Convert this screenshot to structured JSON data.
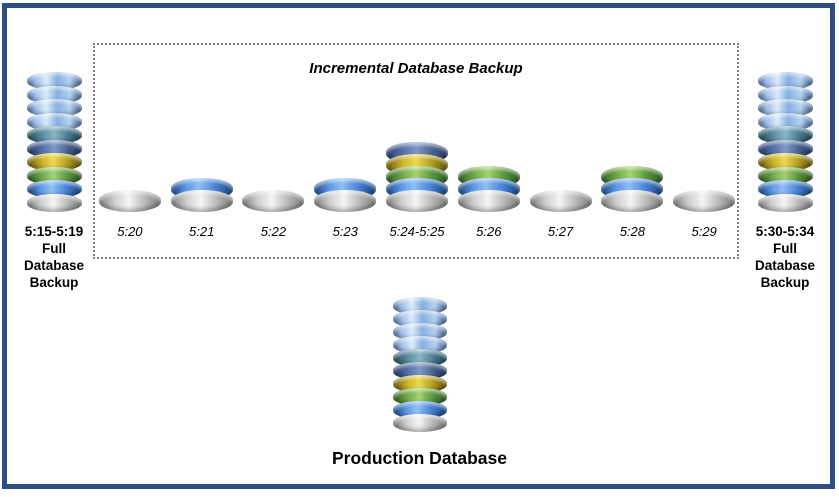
{
  "diagram": {
    "box_title": "Incremental Database Backup",
    "production_label": "Production Database",
    "left_backup": {
      "time": "5:15-5:19",
      "label_lines": [
        "Full",
        "Database",
        "Backup"
      ],
      "disks": [
        "lightblue",
        "lightblue",
        "lightblue",
        "lightblue",
        "teal",
        "navy",
        "yellow",
        "green",
        "blue",
        "gray"
      ]
    },
    "right_backup": {
      "time": "5:30-5:34",
      "label_lines": [
        "Full",
        "Database",
        "Backup"
      ],
      "disks": [
        "lightblue",
        "lightblue",
        "lightblue",
        "lightblue",
        "teal",
        "navy",
        "yellow",
        "green",
        "blue",
        "gray"
      ]
    },
    "incremental_backups": [
      {
        "time": "5:20",
        "disks": [
          "gray"
        ]
      },
      {
        "time": "5:21",
        "disks": [
          "blue",
          "gray"
        ]
      },
      {
        "time": "5:22",
        "disks": [
          "gray"
        ]
      },
      {
        "time": "5:23",
        "disks": [
          "blue",
          "gray"
        ]
      },
      {
        "time": "5:24-5:25",
        "disks": [
          "navy",
          "yellow",
          "green",
          "blue",
          "gray"
        ]
      },
      {
        "time": "5:26",
        "disks": [
          "green",
          "blue",
          "gray"
        ]
      },
      {
        "time": "5:27",
        "disks": [
          "gray"
        ]
      },
      {
        "time": "5:28",
        "disks": [
          "green",
          "blue",
          "gray"
        ]
      },
      {
        "time": "5:29",
        "disks": [
          "gray"
        ]
      }
    ],
    "production_disks": [
      "lightblue",
      "lightblue",
      "lightblue",
      "lightblue",
      "teal",
      "navy",
      "yellow",
      "green",
      "blue",
      "gray"
    ],
    "colors": {
      "frame": "#2e4d80",
      "dotted_border": "#828282",
      "disk_lightblue": "#8db4e2",
      "disk_blue": "#4a86d8",
      "disk_teal": "#5a8ca0",
      "disk_navy": "#46618d",
      "disk_yellow": "#d8c234",
      "disk_green": "#6fae4c",
      "disk_gray": "#c8c8c8"
    }
  }
}
